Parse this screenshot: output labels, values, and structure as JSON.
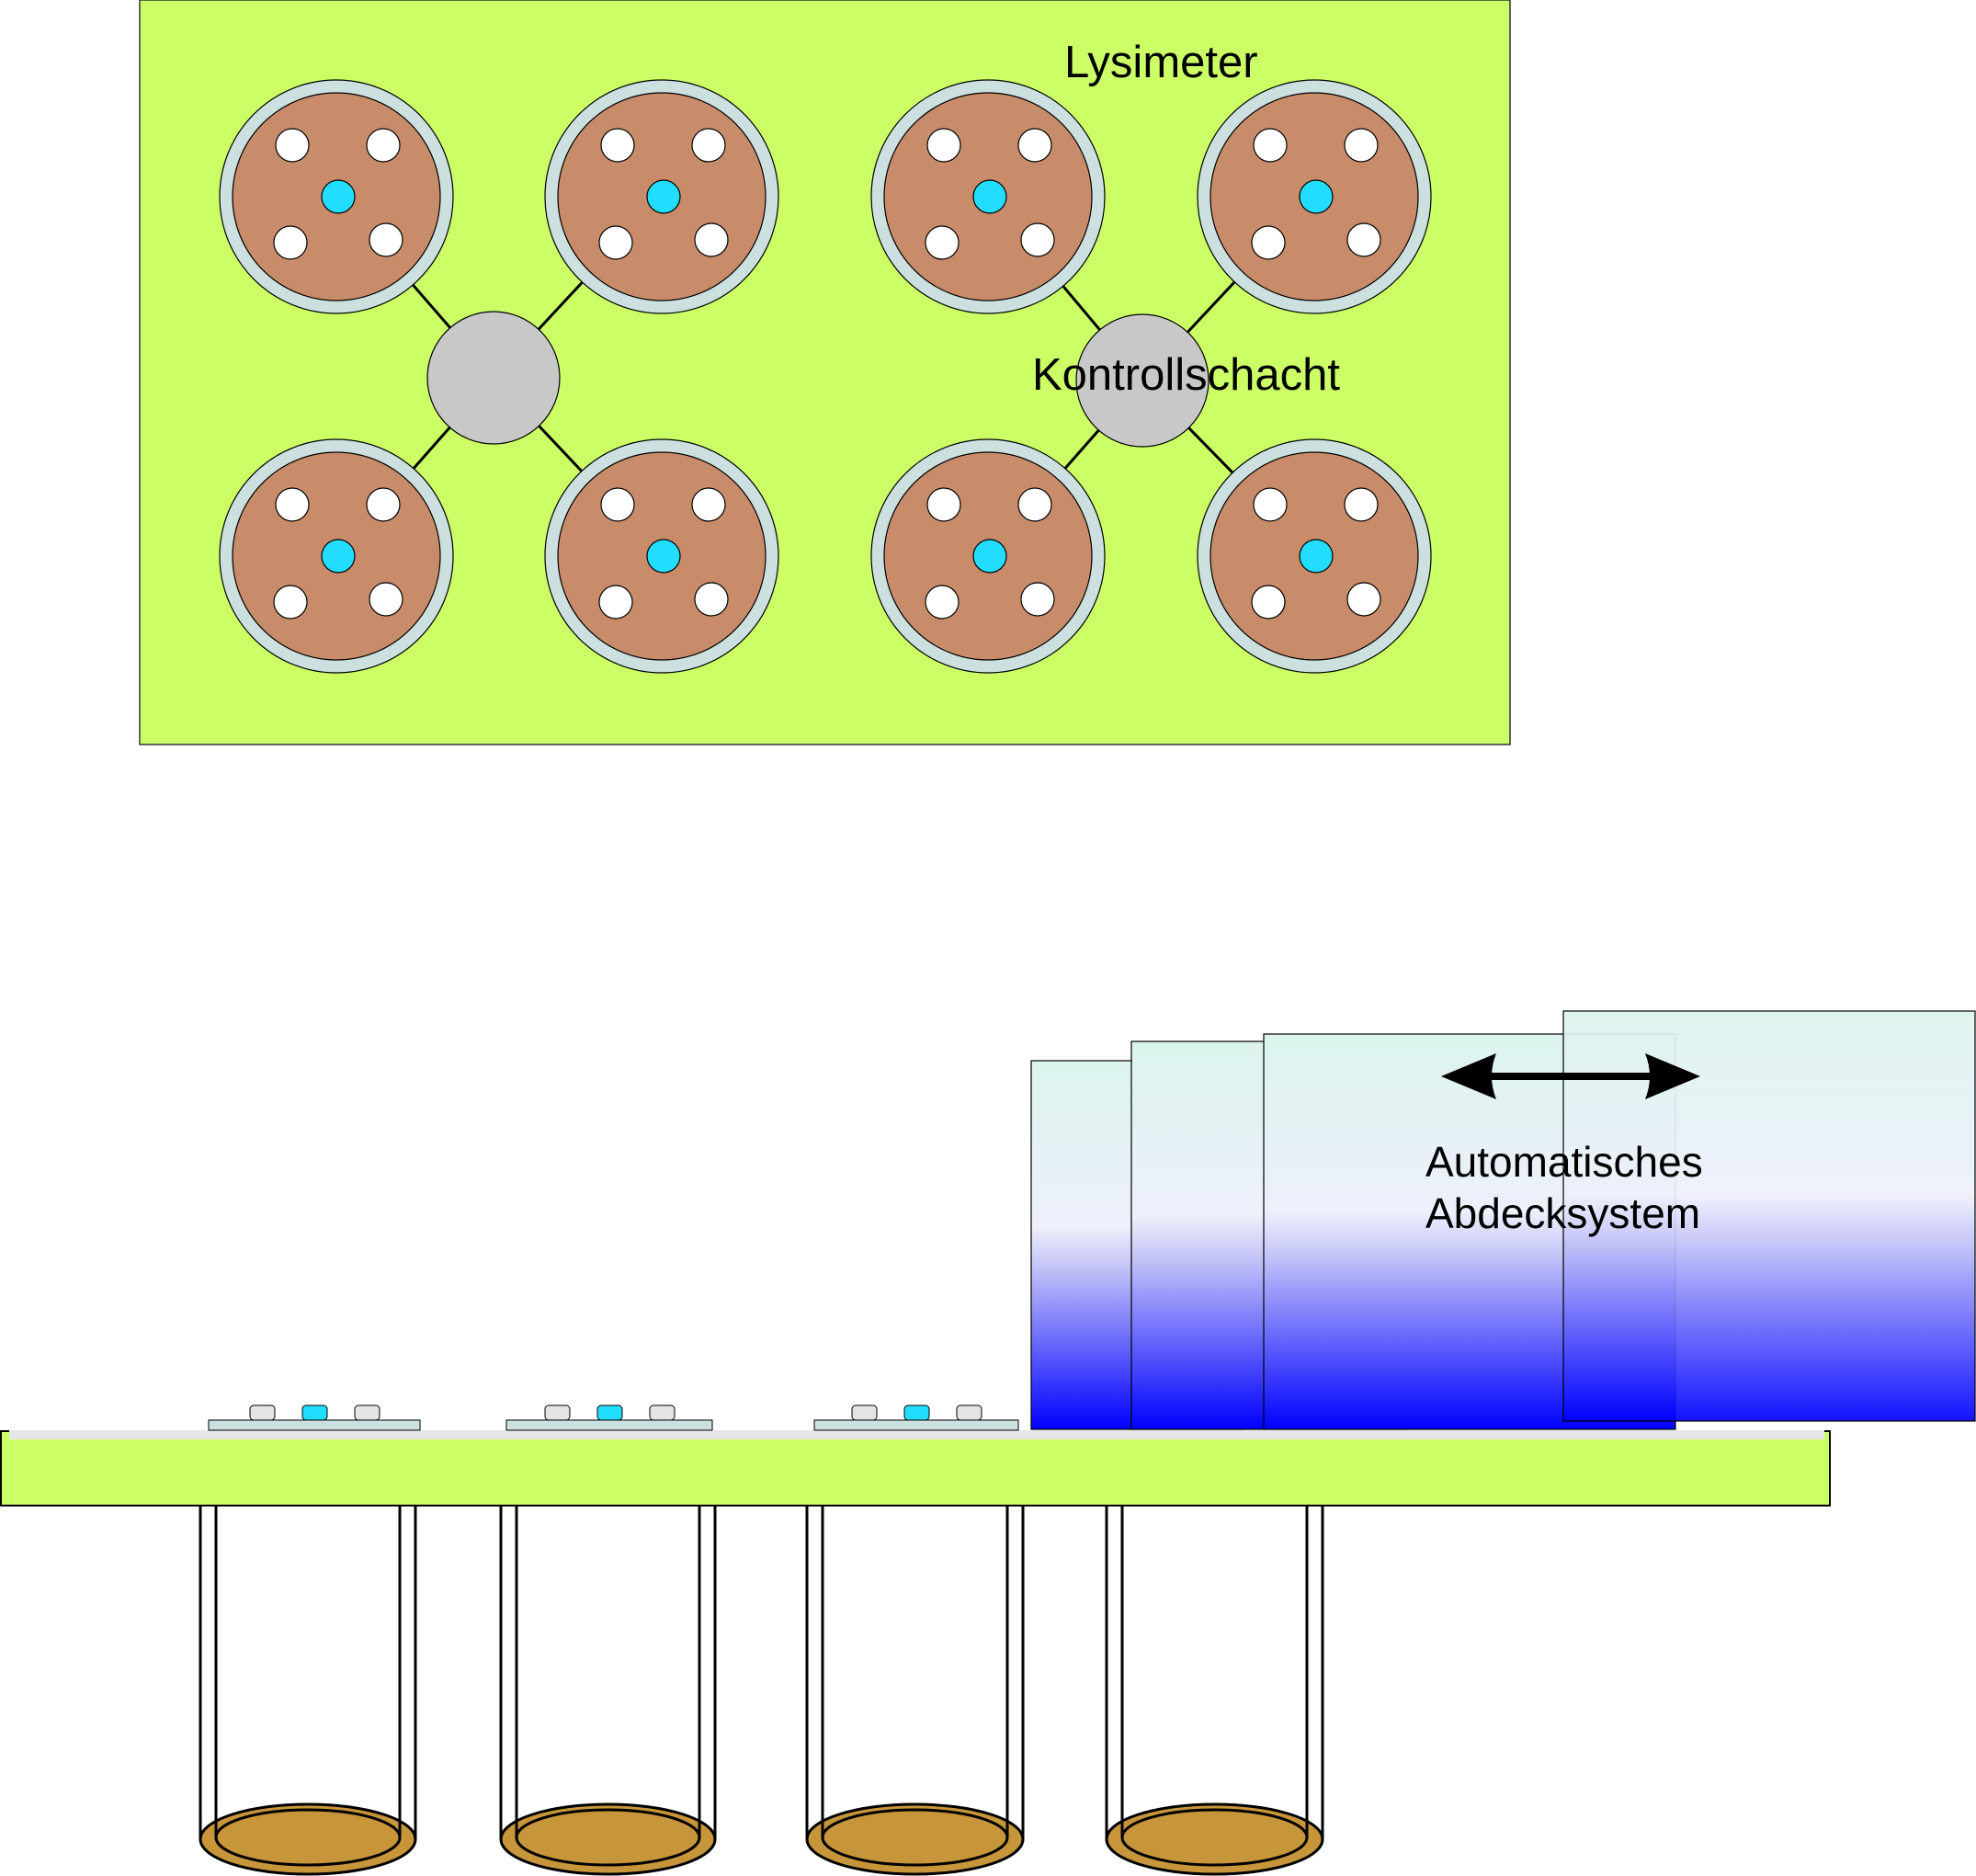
{
  "labels": {
    "lysimeter": "Lysimeter",
    "control_shaft": "Kontrollschacht",
    "cover_line1": "Automatisches",
    "cover_line2": "Abdecksystem"
  },
  "colors": {
    "field": "#ccff66",
    "soil": "#c88c6a",
    "ring": "#cce0e0",
    "shaft": "#c8c8c8",
    "sensor_blue": "#22ddff",
    "sensor_white": "#ffffff",
    "plate": "#cde0e0",
    "peg_gray": "#e4e4e4",
    "bar_strip": "#e6e6e6",
    "pipe_bottom": "#c8963a",
    "cover_top": "#dcf4ee",
    "cover_mid": "#eef0fb",
    "cover_bottom": "#0000ff"
  },
  "top_view": {
    "groups": [
      {
        "name": "left",
        "lysimeters": 4,
        "control_shaft": 1
      },
      {
        "name": "right",
        "lysimeters": 4,
        "control_shaft": 1
      }
    ],
    "sensors_per_lysimeter": {
      "white": 4,
      "blue": 1
    }
  },
  "side_view": {
    "lysimeter_plates": 3,
    "pipes": 4,
    "cover_panels": 4,
    "movement": "bidirectional-horizontal"
  }
}
